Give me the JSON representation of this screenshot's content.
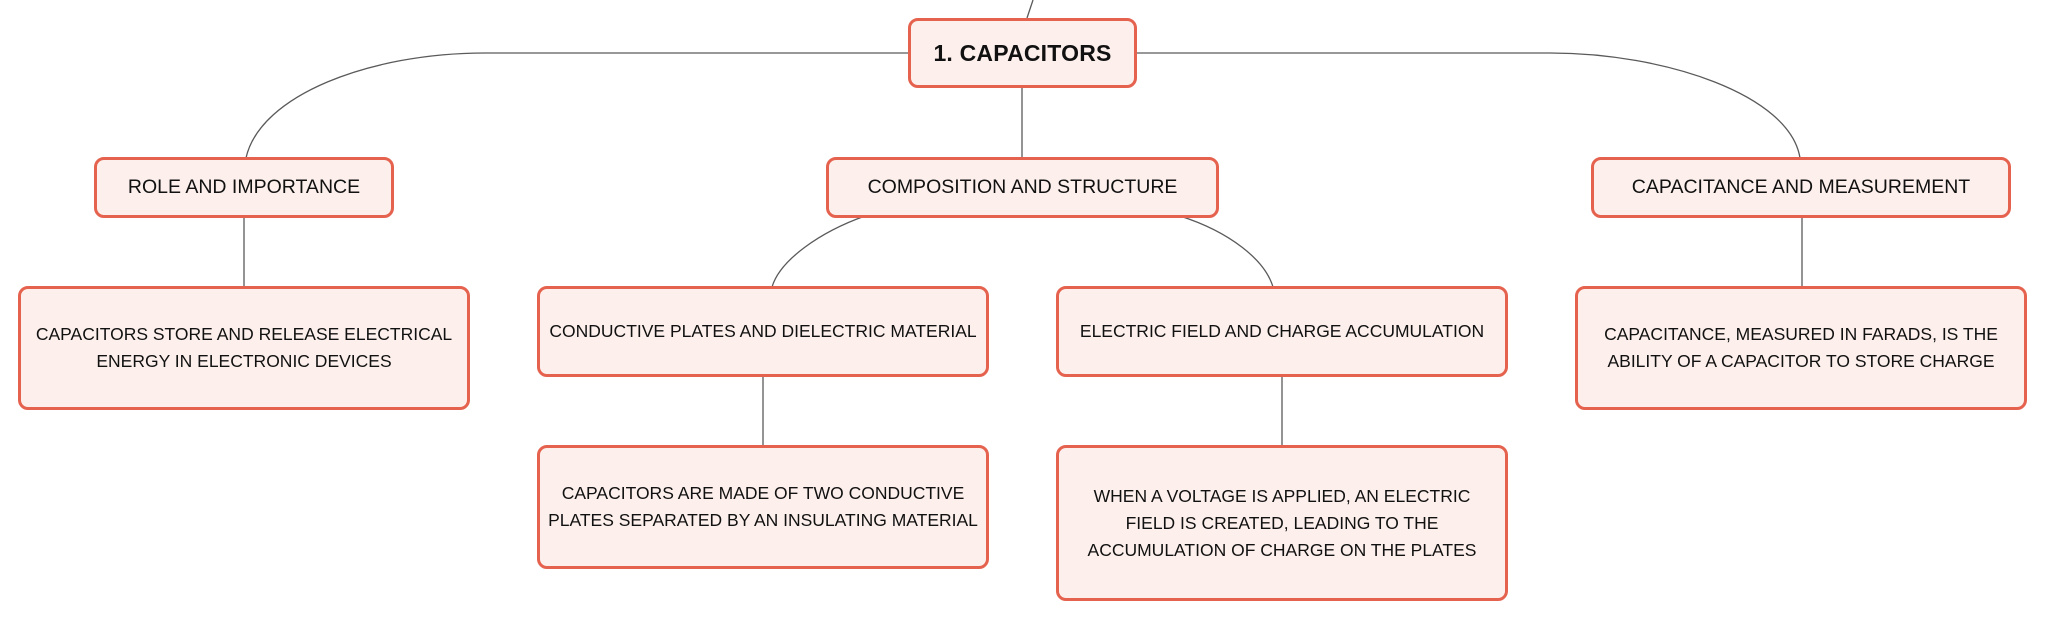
{
  "mindmap": {
    "root": {
      "label": "1. CAPACITORS"
    },
    "branches": [
      {
        "label": "ROLE AND IMPORTANCE",
        "children": [
          {
            "label": "CAPACITORS STORE AND RELEASE ELECTRICAL ENERGY IN ELECTRONIC DEVICES"
          }
        ]
      },
      {
        "label": "COMPOSITION AND STRUCTURE",
        "children": [
          {
            "label": "CONDUCTIVE PLATES AND DIELECTRIC MATERIAL",
            "children": [
              {
                "label": "CAPACITORS ARE MADE OF TWO CONDUCTIVE PLATES SEPARATED BY AN INSULATING MATERIAL"
              }
            ]
          },
          {
            "label": "ELECTRIC FIELD AND CHARGE ACCUMULATION",
            "children": [
              {
                "label": "WHEN A VOLTAGE IS APPLIED, AN ELECTRIC FIELD IS CREATED, LEADING TO THE ACCUMULATION OF CHARGE ON THE PLATES"
              }
            ]
          }
        ]
      },
      {
        "label": "CAPACITANCE AND MEASUREMENT",
        "children": [
          {
            "label": "CAPACITANCE, MEASURED IN FARADS, IS THE ABILITY OF A CAPACITOR TO STORE CHARGE"
          }
        ]
      }
    ]
  },
  "colors": {
    "node_fill": "#fdf0ec",
    "node_border": "#e5624f",
    "connector": "#5a5a5a",
    "text": "#111111"
  }
}
